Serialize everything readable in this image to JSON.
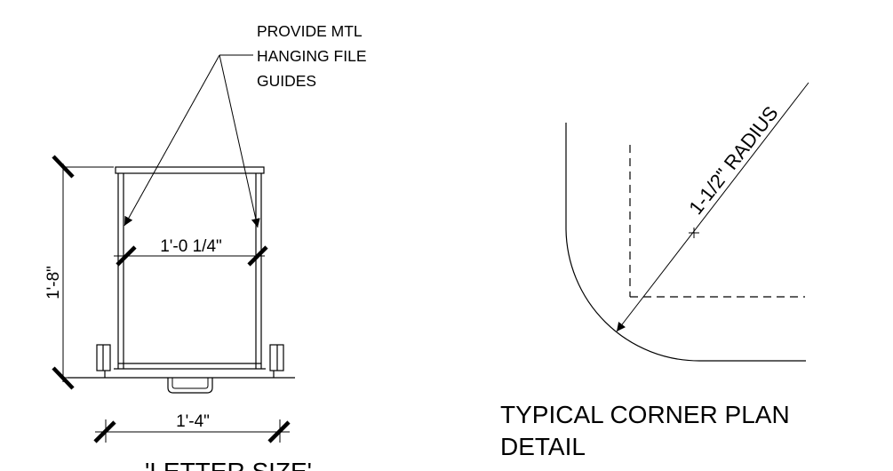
{
  "left_detail": {
    "note_lines": [
      "PROVIDE MTL",
      "HANGING FILE",
      "GUIDES"
    ],
    "dim_height": "1'-8\"",
    "dim_inner_width": "1'-0 1/4\"",
    "dim_outer_width": "1'-4\"",
    "caption": "'LETTER SIZE'"
  },
  "right_detail": {
    "radius_label": "1-1/2\" RADIUS",
    "title_lines": [
      "TYPICAL CORNER PLAN",
      "DETAIL"
    ]
  }
}
